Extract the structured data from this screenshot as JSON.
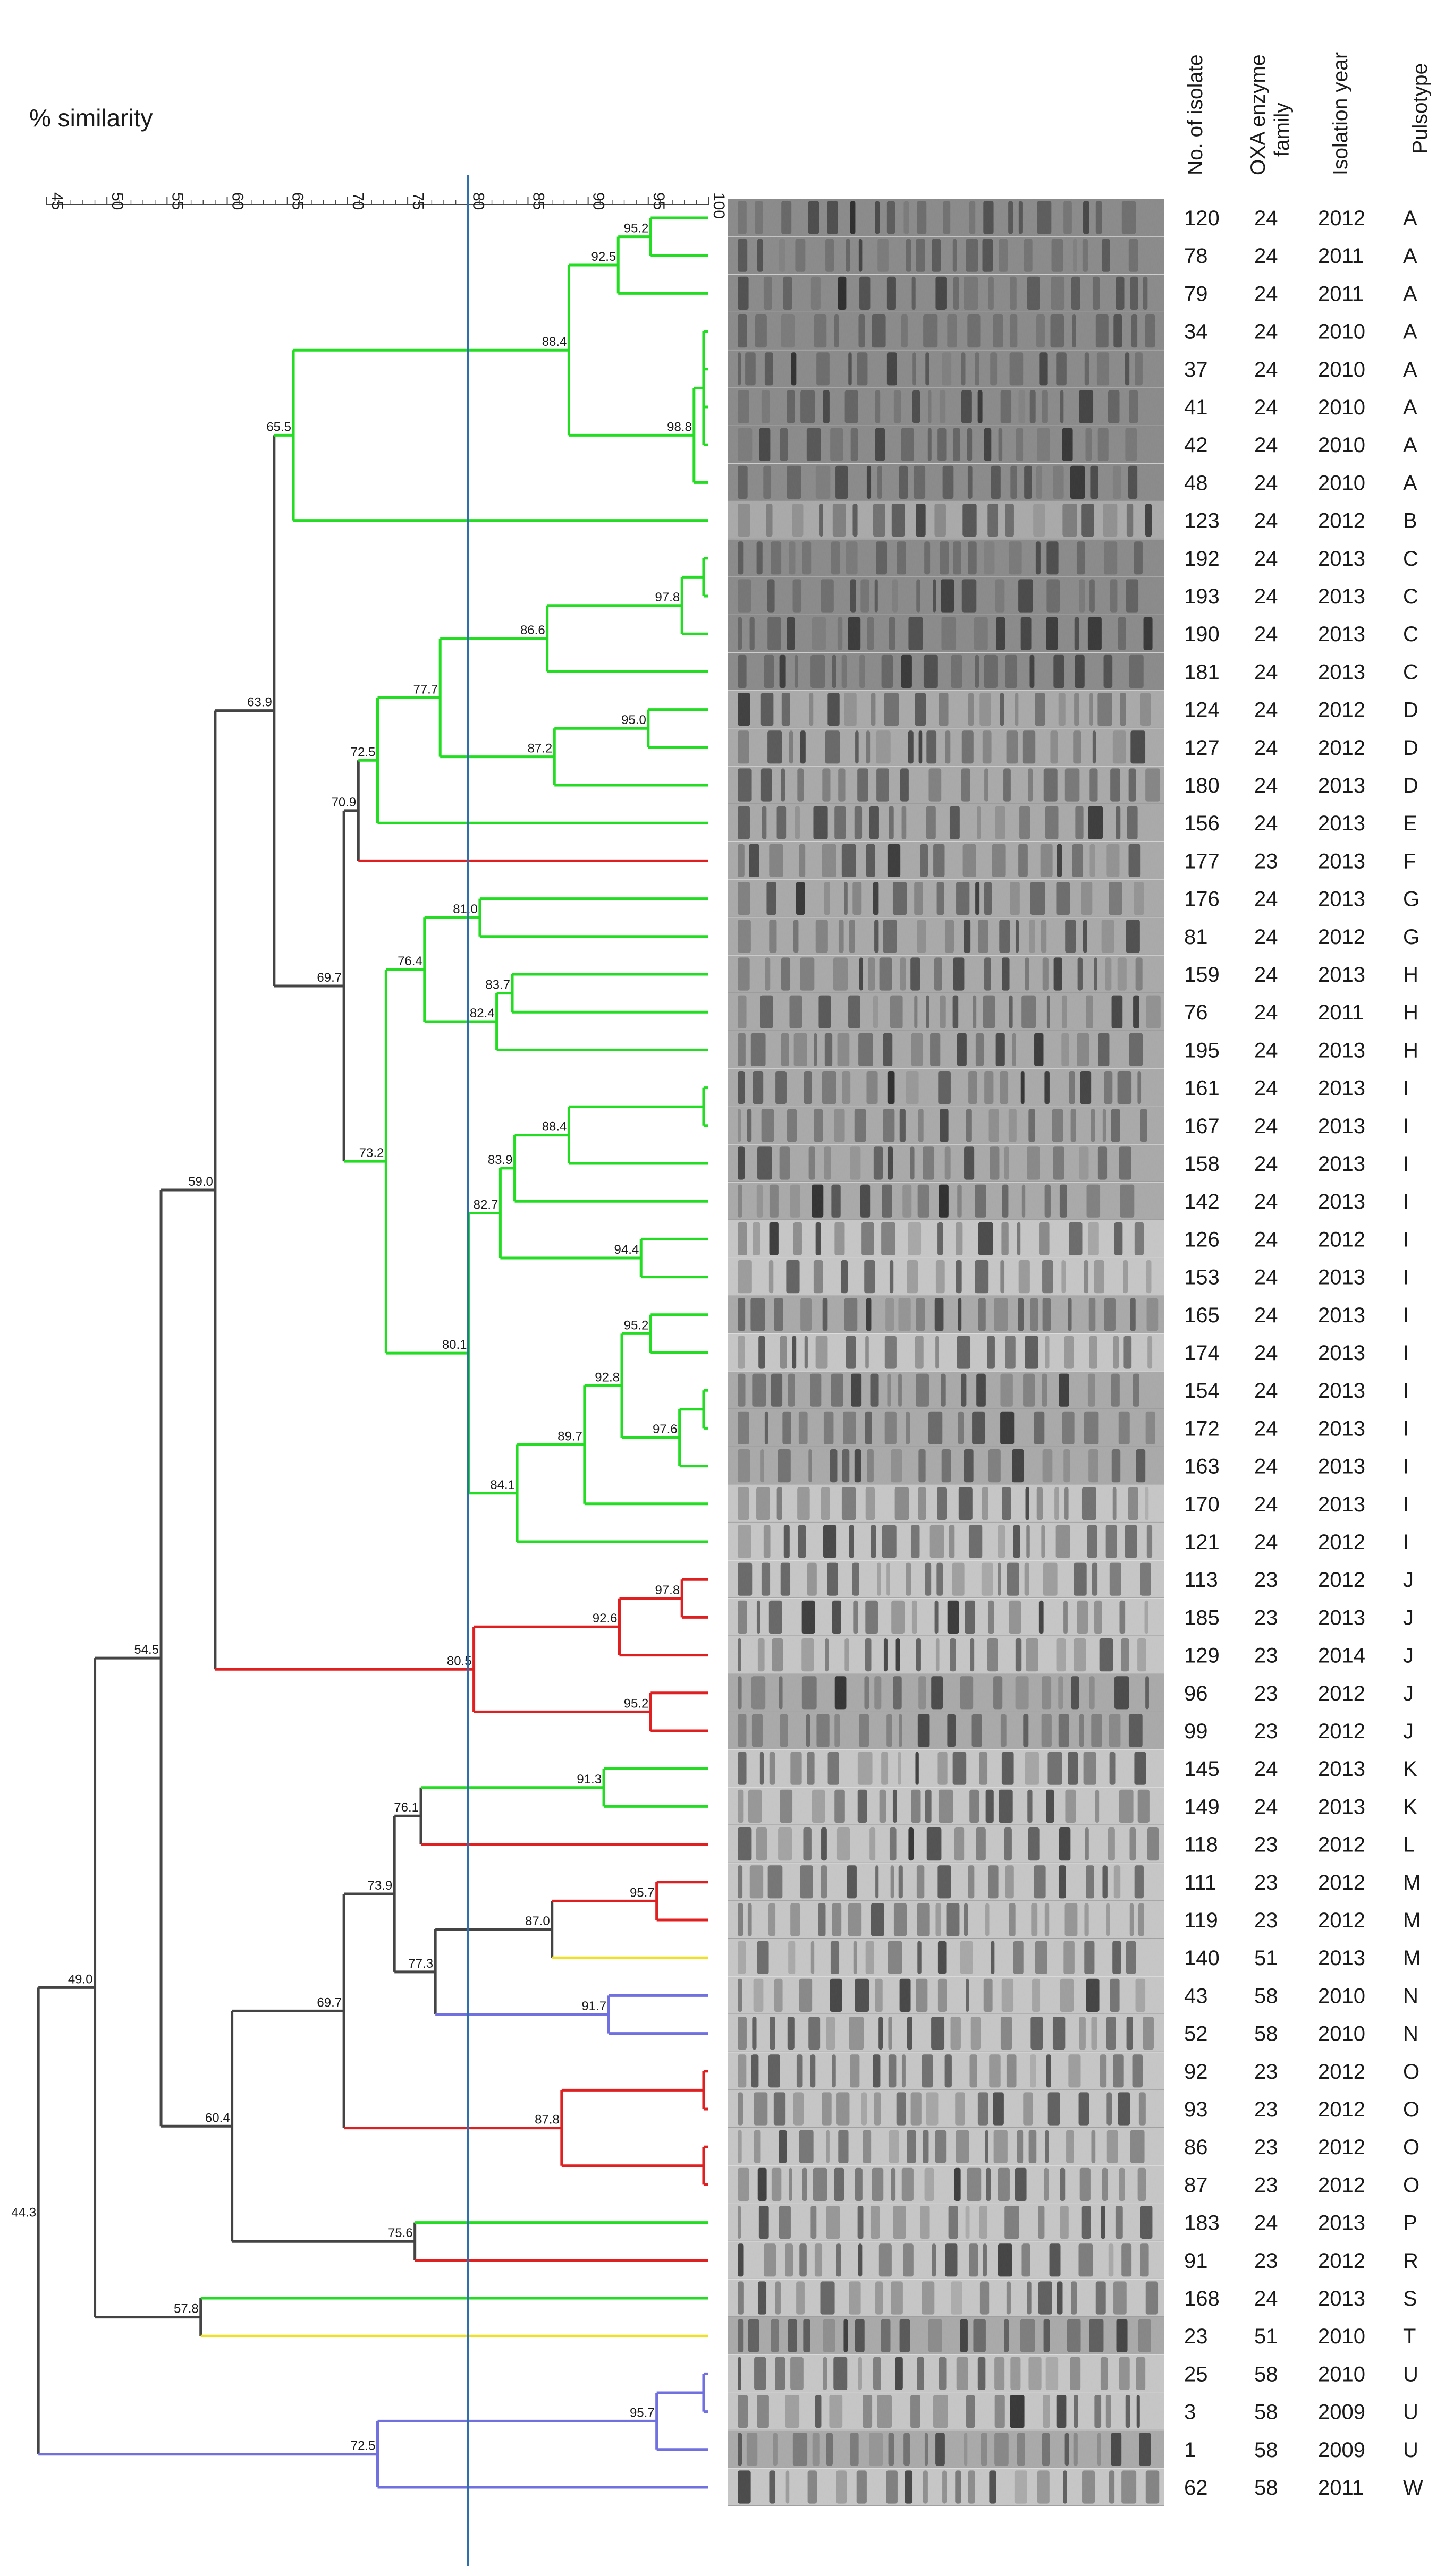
{
  "axis": {
    "title": "% similarity",
    "ticks": [
      "45",
      "50",
      "55",
      "60",
      "65",
      "70",
      "75",
      "80",
      "85",
      "90",
      "95",
      "100"
    ],
    "min": 45,
    "max": 100,
    "cutoff": 80
  },
  "columns": {
    "isolate": "No. of isolate",
    "oxa_line1": "OXA enzyme",
    "oxa_line2": "family",
    "year": "Isolation year",
    "pulsotype": "Pulsotype"
  },
  "colors": {
    "green": "#22dd22",
    "red": "#e02020",
    "yellow": "#f0e020",
    "blue": "#7070e0",
    "grey": "#444444",
    "cutoff_line": "#2f6fae"
  },
  "isolates": [
    {
      "no": "120",
      "oxa": "24",
      "year": "2012",
      "pulsotype": "A",
      "color": "green",
      "gel": "dark"
    },
    {
      "no": "78",
      "oxa": "24",
      "year": "2011",
      "pulsotype": "A",
      "color": "green",
      "gel": "dark"
    },
    {
      "no": "79",
      "oxa": "24",
      "year": "2011",
      "pulsotype": "A",
      "color": "green",
      "gel": "dark"
    },
    {
      "no": "34",
      "oxa": "24",
      "year": "2010",
      "pulsotype": "A",
      "color": "green",
      "gel": "dark"
    },
    {
      "no": "37",
      "oxa": "24",
      "year": "2010",
      "pulsotype": "A",
      "color": "green",
      "gel": "dark"
    },
    {
      "no": "41",
      "oxa": "24",
      "year": "2010",
      "pulsotype": "A",
      "color": "green",
      "gel": "dark"
    },
    {
      "no": "42",
      "oxa": "24",
      "year": "2010",
      "pulsotype": "A",
      "color": "green",
      "gel": "dark"
    },
    {
      "no": "48",
      "oxa": "24",
      "year": "2010",
      "pulsotype": "A",
      "color": "green",
      "gel": "dark"
    },
    {
      "no": "123",
      "oxa": "24",
      "year": "2012",
      "pulsotype": "B",
      "color": "green",
      "gel": "medium"
    },
    {
      "no": "192",
      "oxa": "24",
      "year": "2013",
      "pulsotype": "C",
      "color": "green",
      "gel": "dark"
    },
    {
      "no": "193",
      "oxa": "24",
      "year": "2013",
      "pulsotype": "C",
      "color": "green",
      "gel": "dark"
    },
    {
      "no": "190",
      "oxa": "24",
      "year": "2013",
      "pulsotype": "C",
      "color": "green",
      "gel": "dark"
    },
    {
      "no": "181",
      "oxa": "24",
      "year": "2013",
      "pulsotype": "C",
      "color": "green",
      "gel": "dark"
    },
    {
      "no": "124",
      "oxa": "24",
      "year": "2012",
      "pulsotype": "D",
      "color": "green",
      "gel": "medium"
    },
    {
      "no": "127",
      "oxa": "24",
      "year": "2012",
      "pulsotype": "D",
      "color": "green",
      "gel": "medium"
    },
    {
      "no": "180",
      "oxa": "24",
      "year": "2013",
      "pulsotype": "D",
      "color": "green",
      "gel": "medium"
    },
    {
      "no": "156",
      "oxa": "24",
      "year": "2013",
      "pulsotype": "E",
      "color": "green",
      "gel": "medium"
    },
    {
      "no": "177",
      "oxa": "23",
      "year": "2013",
      "pulsotype": "F",
      "color": "red",
      "gel": "medium"
    },
    {
      "no": "176",
      "oxa": "24",
      "year": "2013",
      "pulsotype": "G",
      "color": "green",
      "gel": "medium"
    },
    {
      "no": "81",
      "oxa": "24",
      "year": "2012",
      "pulsotype": "G",
      "color": "green",
      "gel": "medium"
    },
    {
      "no": "159",
      "oxa": "24",
      "year": "2013",
      "pulsotype": "H",
      "color": "green",
      "gel": "medium"
    },
    {
      "no": "76",
      "oxa": "24",
      "year": "2011",
      "pulsotype": "H",
      "color": "green",
      "gel": "medium"
    },
    {
      "no": "195",
      "oxa": "24",
      "year": "2013",
      "pulsotype": "H",
      "color": "green",
      "gel": "medium"
    },
    {
      "no": "161",
      "oxa": "24",
      "year": "2013",
      "pulsotype": "I",
      "color": "green",
      "gel": "medium"
    },
    {
      "no": "167",
      "oxa": "24",
      "year": "2013",
      "pulsotype": "I",
      "color": "green",
      "gel": "medium"
    },
    {
      "no": "158",
      "oxa": "24",
      "year": "2013",
      "pulsotype": "I",
      "color": "green",
      "gel": "medium"
    },
    {
      "no": "142",
      "oxa": "24",
      "year": "2013",
      "pulsotype": "I",
      "color": "green",
      "gel": "medium"
    },
    {
      "no": "126",
      "oxa": "24",
      "year": "2012",
      "pulsotype": "I",
      "color": "green",
      "gel": "light"
    },
    {
      "no": "153",
      "oxa": "24",
      "year": "2013",
      "pulsotype": "I",
      "color": "green",
      "gel": "light"
    },
    {
      "no": "165",
      "oxa": "24",
      "year": "2013",
      "pulsotype": "I",
      "color": "green",
      "gel": "medium"
    },
    {
      "no": "174",
      "oxa": "24",
      "year": "2013",
      "pulsotype": "I",
      "color": "green",
      "gel": "light"
    },
    {
      "no": "154",
      "oxa": "24",
      "year": "2013",
      "pulsotype": "I",
      "color": "green",
      "gel": "medium"
    },
    {
      "no": "172",
      "oxa": "24",
      "year": "2013",
      "pulsotype": "I",
      "color": "green",
      "gel": "medium"
    },
    {
      "no": "163",
      "oxa": "24",
      "year": "2013",
      "pulsotype": "I",
      "color": "green",
      "gel": "medium"
    },
    {
      "no": "170",
      "oxa": "24",
      "year": "2013",
      "pulsotype": "I",
      "color": "green",
      "gel": "light"
    },
    {
      "no": "121",
      "oxa": "24",
      "year": "2012",
      "pulsotype": "I",
      "color": "green",
      "gel": "light"
    },
    {
      "no": "113",
      "oxa": "23",
      "year": "2012",
      "pulsotype": "J",
      "color": "red",
      "gel": "light"
    },
    {
      "no": "185",
      "oxa": "23",
      "year": "2013",
      "pulsotype": "J",
      "color": "red",
      "gel": "light"
    },
    {
      "no": "129",
      "oxa": "23",
      "year": "2014",
      "pulsotype": "J",
      "color": "red",
      "gel": "light"
    },
    {
      "no": "96",
      "oxa": "23",
      "year": "2012",
      "pulsotype": "J",
      "color": "red",
      "gel": "medium"
    },
    {
      "no": "99",
      "oxa": "23",
      "year": "2012",
      "pulsotype": "J",
      "color": "red",
      "gel": "medium"
    },
    {
      "no": "145",
      "oxa": "24",
      "year": "2013",
      "pulsotype": "K",
      "color": "green",
      "gel": "light"
    },
    {
      "no": "149",
      "oxa": "24",
      "year": "2013",
      "pulsotype": "K",
      "color": "green",
      "gel": "light"
    },
    {
      "no": "118",
      "oxa": "23",
      "year": "2012",
      "pulsotype": "L",
      "color": "red",
      "gel": "light"
    },
    {
      "no": "111",
      "oxa": "23",
      "year": "2012",
      "pulsotype": "M",
      "color": "red",
      "gel": "light"
    },
    {
      "no": "119",
      "oxa": "23",
      "year": "2012",
      "pulsotype": "M",
      "color": "red",
      "gel": "light"
    },
    {
      "no": "140",
      "oxa": "51",
      "year": "2013",
      "pulsotype": "M",
      "color": "yellow",
      "gel": "light"
    },
    {
      "no": "43",
      "oxa": "58",
      "year": "2010",
      "pulsotype": "N",
      "color": "blue",
      "gel": "light"
    },
    {
      "no": "52",
      "oxa": "58",
      "year": "2010",
      "pulsotype": "N",
      "color": "blue",
      "gel": "light"
    },
    {
      "no": "92",
      "oxa": "23",
      "year": "2012",
      "pulsotype": "O",
      "color": "red",
      "gel": "light"
    },
    {
      "no": "93",
      "oxa": "23",
      "year": "2012",
      "pulsotype": "O",
      "color": "red",
      "gel": "light"
    },
    {
      "no": "86",
      "oxa": "23",
      "year": "2012",
      "pulsotype": "O",
      "color": "red",
      "gel": "light"
    },
    {
      "no": "87",
      "oxa": "23",
      "year": "2012",
      "pulsotype": "O",
      "color": "red",
      "gel": "light"
    },
    {
      "no": "183",
      "oxa": "24",
      "year": "2013",
      "pulsotype": "P",
      "color": "green",
      "gel": "light"
    },
    {
      "no": "91",
      "oxa": "23",
      "year": "2012",
      "pulsotype": "R",
      "color": "red",
      "gel": "light"
    },
    {
      "no": "168",
      "oxa": "24",
      "year": "2013",
      "pulsotype": "S",
      "color": "green",
      "gel": "light"
    },
    {
      "no": "23",
      "oxa": "51",
      "year": "2010",
      "pulsotype": "T",
      "color": "yellow",
      "gel": "medium"
    },
    {
      "no": "25",
      "oxa": "58",
      "year": "2010",
      "pulsotype": "U",
      "color": "blue",
      "gel": "light"
    },
    {
      "no": "3",
      "oxa": "58",
      "year": "2009",
      "pulsotype": "U",
      "color": "blue",
      "gel": "light"
    },
    {
      "no": "1",
      "oxa": "58",
      "year": "2009",
      "pulsotype": "U",
      "color": "blue",
      "gel": "medium"
    },
    {
      "no": "62",
      "oxa": "58",
      "year": "2011",
      "pulsotype": "W",
      "color": "blue",
      "gel": "light"
    }
  ],
  "nodes": [
    {
      "id": "n1",
      "sim": 95.2,
      "label": "95.2",
      "children": [
        "L0",
        "L1"
      ],
      "color": "green"
    },
    {
      "id": "n2",
      "sim": 92.5,
      "label": "92.5",
      "children": [
        "n1",
        "L2"
      ],
      "color": "green"
    },
    {
      "id": "n3",
      "sim": 99.6,
      "label": "",
      "children": [
        "L3",
        "L4",
        "L5",
        "L6"
      ],
      "color": "green"
    },
    {
      "id": "n4",
      "sim": 98.8,
      "label": "98.8",
      "children": [
        "n3",
        "L7"
      ],
      "color": "green"
    },
    {
      "id": "n5",
      "sim": 88.4,
      "label": "88.4",
      "children": [
        "n2",
        "n4"
      ],
      "color": "green"
    },
    {
      "id": "n6",
      "sim": 65.5,
      "label": "65.5",
      "children": [
        "n5",
        "L8"
      ],
      "color": "green"
    },
    {
      "id": "n7",
      "sim": 99.6,
      "label": "",
      "children": [
        "L9",
        "L10"
      ],
      "color": "green"
    },
    {
      "id": "n8",
      "sim": 97.8,
      "label": "97.8",
      "children": [
        "n7",
        "L11"
      ],
      "color": "green"
    },
    {
      "id": "n9",
      "sim": 86.6,
      "label": "86.6",
      "children": [
        "n8",
        "L12"
      ],
      "color": "green"
    },
    {
      "id": "n10",
      "sim": 95.0,
      "label": "95.0",
      "children": [
        "L13",
        "L14"
      ],
      "color": "green"
    },
    {
      "id": "n11",
      "sim": 87.2,
      "label": "87.2",
      "children": [
        "n10",
        "L15"
      ],
      "color": "green"
    },
    {
      "id": "n12",
      "sim": 77.7,
      "label": "77.7",
      "children": [
        "n9",
        "n11"
      ],
      "color": "green"
    },
    {
      "id": "n13",
      "sim": 72.5,
      "label": "72.5",
      "children": [
        "n12",
        "L16"
      ],
      "color": "green"
    },
    {
      "id": "n14",
      "sim": 70.9,
      "label": "70.9",
      "children": [
        "n13",
        "L17"
      ],
      "color": "grey"
    },
    {
      "id": "n15",
      "sim": 81.0,
      "label": "81.0",
      "children": [
        "L18",
        "L19"
      ],
      "color": "green"
    },
    {
      "id": "n16",
      "sim": 83.7,
      "label": "83.7",
      "children": [
        "L20",
        "L21"
      ],
      "color": "green"
    },
    {
      "id": "n17",
      "sim": 82.4,
      "label": "82.4",
      "children": [
        "n16",
        "L22"
      ],
      "color": "green"
    },
    {
      "id": "n18",
      "sim": 76.4,
      "label": "76.4",
      "children": [
        "n15",
        "n17"
      ],
      "color": "green"
    },
    {
      "id": "n19",
      "sim": 99.6,
      "label": "",
      "children": [
        "L23",
        "L24"
      ],
      "color": "green"
    },
    {
      "id": "n20",
      "sim": 88.4,
      "label": "88.4",
      "children": [
        "n19",
        "L25"
      ],
      "color": "green"
    },
    {
      "id": "n21",
      "sim": 83.9,
      "label": "83.9",
      "children": [
        "n20",
        "L26"
      ],
      "color": "green"
    },
    {
      "id": "n22",
      "sim": 94.4,
      "label": "94.4",
      "children": [
        "L27",
        "L28"
      ],
      "color": "green"
    },
    {
      "id": "n23",
      "sim": 82.7,
      "label": "82.7",
      "children": [
        "n21",
        "n22"
      ],
      "color": "green"
    },
    {
      "id": "n24",
      "sim": 95.2,
      "label": "95.2",
      "children": [
        "L29",
        "L30"
      ],
      "color": "green"
    },
    {
      "id": "n25",
      "sim": 99.6,
      "label": "",
      "children": [
        "L31",
        "L32"
      ],
      "color": "green"
    },
    {
      "id": "n26",
      "sim": 97.6,
      "label": "97.6",
      "children": [
        "n25",
        "L33"
      ],
      "color": "green"
    },
    {
      "id": "n27",
      "sim": 92.8,
      "label": "92.8",
      "children": [
        "n24",
        "n26"
      ],
      "color": "green"
    },
    {
      "id": "n28",
      "sim": 89.7,
      "label": "89.7",
      "children": [
        "n27",
        "L34"
      ],
      "color": "green"
    },
    {
      "id": "n29",
      "sim": 84.1,
      "label": "84.1",
      "children": [
        "n28",
        "L35"
      ],
      "color": "green"
    },
    {
      "id": "n30",
      "sim": 80.1,
      "label": "80.1",
      "children": [
        "n23",
        "n29"
      ],
      "color": "green"
    },
    {
      "id": "n31",
      "sim": 73.2,
      "label": "73.2",
      "children": [
        "n18",
        "n30"
      ],
      "color": "green"
    },
    {
      "id": "n32",
      "sim": 69.7,
      "label": "69.7",
      "children": [
        "n14",
        "n31"
      ],
      "color": "grey"
    },
    {
      "id": "n33",
      "sim": 63.9,
      "label": "63.9",
      "children": [
        "n6",
        "n32"
      ],
      "color": "grey"
    },
    {
      "id": "n34",
      "sim": 97.8,
      "label": "97.8",
      "children": [
        "L36",
        "L37"
      ],
      "color": "red"
    },
    {
      "id": "n35",
      "sim": 92.6,
      "label": "92.6",
      "children": [
        "n34",
        "L38"
      ],
      "color": "red"
    },
    {
      "id": "n36",
      "sim": 95.2,
      "label": "95.2",
      "children": [
        "L39",
        "L40"
      ],
      "color": "red"
    },
    {
      "id": "n37",
      "sim": 80.5,
      "label": "80.5",
      "children": [
        "n35",
        "n36"
      ],
      "color": "red"
    },
    {
      "id": "n38",
      "sim": 59.0,
      "label": "59.0",
      "children": [
        "n33",
        "n37"
      ],
      "color": "grey"
    },
    {
      "id": "n39",
      "sim": 91.3,
      "label": "91.3",
      "children": [
        "L41",
        "L42"
      ],
      "color": "green"
    },
    {
      "id": "n40",
      "sim": 76.1,
      "label": "76.1",
      "children": [
        "n39",
        "L43"
      ],
      "color": "grey"
    },
    {
      "id": "n41",
      "sim": 95.7,
      "label": "95.7",
      "children": [
        "L44",
        "L45"
      ],
      "color": "red"
    },
    {
      "id": "n42",
      "sim": 87.0,
      "label": "87.0",
      "children": [
        "n41",
        "L46"
      ],
      "color": "grey"
    },
    {
      "id": "n43",
      "sim": 91.7,
      "label": "91.7",
      "children": [
        "L47",
        "L48"
      ],
      "color": "blue"
    },
    {
      "id": "n44",
      "sim": 77.3,
      "label": "77.3",
      "children": [
        "n42",
        "n43"
      ],
      "color": "grey"
    },
    {
      "id": "n45",
      "sim": 73.9,
      "label": "73.9",
      "children": [
        "n40",
        "n44"
      ],
      "color": "grey"
    },
    {
      "id": "n46",
      "sim": 99.6,
      "label": "",
      "children": [
        "L49",
        "L50"
      ],
      "color": "red"
    },
    {
      "id": "n47",
      "sim": 99.6,
      "label": "",
      "children": [
        "L51",
        "L52"
      ],
      "color": "red"
    },
    {
      "id": "n48",
      "sim": 87.8,
      "label": "87.8",
      "children": [
        "n46",
        "n47"
      ],
      "color": "red"
    },
    {
      "id": "n49",
      "sim": 69.7,
      "label": "69.7",
      "children": [
        "n45",
        "n48"
      ],
      "color": "grey"
    },
    {
      "id": "n50",
      "sim": 75.6,
      "label": "75.6",
      "children": [
        "L53",
        "L54"
      ],
      "color": "grey"
    },
    {
      "id": "n51",
      "sim": 60.4,
      "label": "60.4",
      "children": [
        "n49",
        "n50"
      ],
      "color": "grey"
    },
    {
      "id": "n52",
      "sim": 54.5,
      "label": "54.5",
      "children": [
        "n38",
        "n51"
      ],
      "color": "grey"
    },
    {
      "id": "n53",
      "sim": 57.8,
      "label": "57.8",
      "children": [
        "L55",
        "L56"
      ],
      "color": "grey"
    },
    {
      "id": "n54",
      "sim": 49.0,
      "label": "49.0",
      "children": [
        "n52",
        "n53"
      ],
      "color": "grey"
    },
    {
      "id": "n55",
      "sim": 99.6,
      "label": "",
      "children": [
        "L57",
        "L58"
      ],
      "color": "blue"
    },
    {
      "id": "n56",
      "sim": 95.7,
      "label": "95.7",
      "children": [
        "n55",
        "L59"
      ],
      "color": "blue"
    },
    {
      "id": "n57",
      "sim": 72.5,
      "label": "72.5",
      "children": [
        "n56",
        "L60"
      ],
      "color": "blue"
    },
    {
      "id": "n58",
      "sim": 44.3,
      "label": "44.3",
      "children": [
        "n54",
        "n57"
      ],
      "color": "grey"
    }
  ]
}
